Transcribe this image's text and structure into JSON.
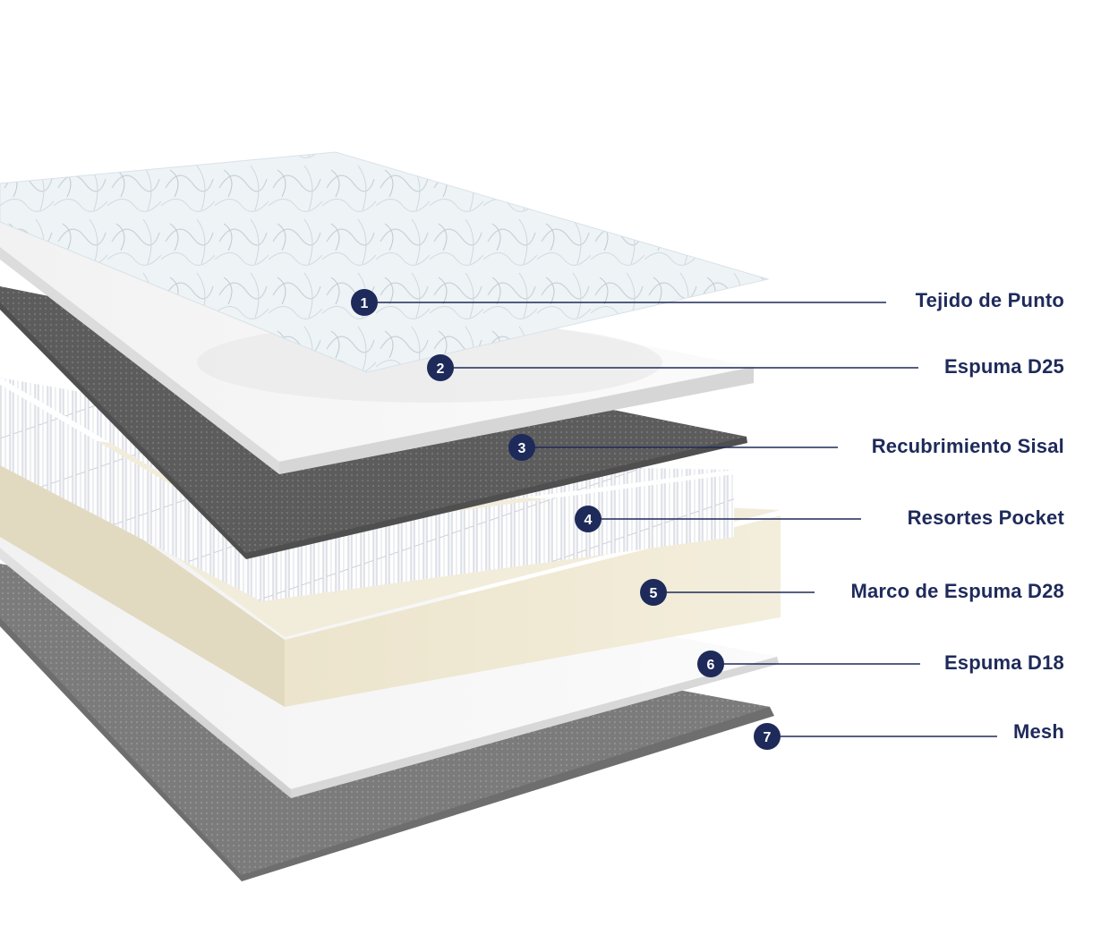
{
  "colors": {
    "badge": "#1e2a5a",
    "label": "#1e2a5a",
    "leader_line": "#1e2a5a",
    "knit_fabric": "#eef3f6",
    "foam_white": "#f7f7f7",
    "sisal_dark": "#5f5f5f",
    "frame_cream": "#efe9d6",
    "mesh_grey": "#7a7a7a"
  },
  "layers": [
    {
      "number": "1",
      "label": "Tejido de Punto"
    },
    {
      "number": "2",
      "label": "Espuma D25"
    },
    {
      "number": "3",
      "label": "Recubrimiento Sisal"
    },
    {
      "number": "4",
      "label": "Resortes Pocket"
    },
    {
      "number": "5",
      "label": "Marco de Espuma D28"
    },
    {
      "number": "6",
      "label": "Espuma D18"
    },
    {
      "number": "7",
      "label": "Mesh"
    }
  ]
}
